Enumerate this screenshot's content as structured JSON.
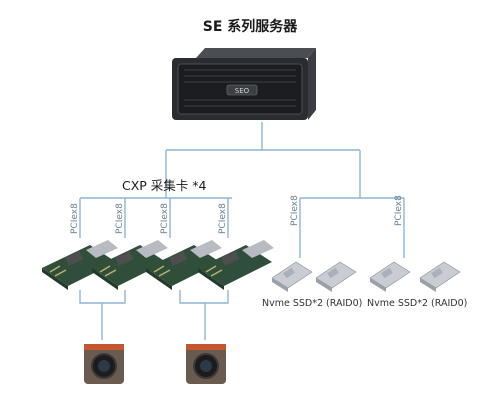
{
  "title": "SE 系列服务器",
  "server": {
    "name": "server-chassis",
    "badge": "SEO"
  },
  "capture_group": {
    "label": "CXP 采集卡 *4"
  },
  "bus_label": "PCIex8",
  "ssd_label": "Nvme SSD*2 (RAID0)",
  "colors": {
    "link": "#8fb4d6",
    "card_pcb": "#2f4f3a",
    "ssd_body": "#c9cdd3",
    "camera_body": "#6b5b4e"
  },
  "icons": [
    "server-icon",
    "capture-card-icon",
    "ssd-icon",
    "camera-icon"
  ]
}
